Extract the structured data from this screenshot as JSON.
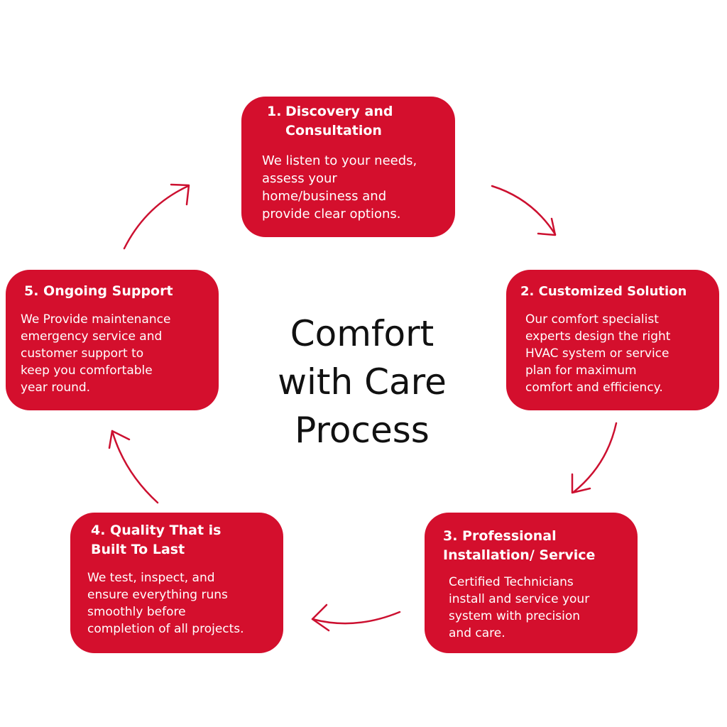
{
  "center_title": [
    "Comfort",
    "with Care",
    "Process"
  ],
  "steps": [
    {
      "number": "1.",
      "title_lines": [
        "Discovery and",
        "Consultation"
      ],
      "description_lines": [
        "We listen to your needs,",
        "assess your",
        "home/business and",
        "provide clear options."
      ]
    },
    {
      "title_lines": [
        "2. Customized Solution"
      ],
      "description_lines": [
        "Our comfort specialist",
        "experts design the right",
        "HVAC system or service",
        "plan for maximum",
        "comfort and efficiency."
      ]
    },
    {
      "title_lines": [
        "3. Professional",
        "Installation/ Service"
      ],
      "description_lines": [
        "Certified Technicians",
        "install and service your",
        "system with precision",
        "and care."
      ]
    },
    {
      "title_lines": [
        "4. Quality That is",
        "Built To Last"
      ],
      "description_lines": [
        "We test, inspect, and",
        "ensure everything runs",
        "smoothly before",
        "completion of all projects."
      ]
    },
    {
      "title_lines": [
        "5. Ongoing Support"
      ],
      "description_lines": [
        "We Provide maintenance",
        "emergency service and",
        "customer support to",
        "keep you comfortable",
        "year round."
      ]
    }
  ],
  "colors": {
    "box_fill": "#d40f2d",
    "arrow": "#cc1030",
    "box_text": "#ffffff",
    "center_text": "#111111"
  }
}
